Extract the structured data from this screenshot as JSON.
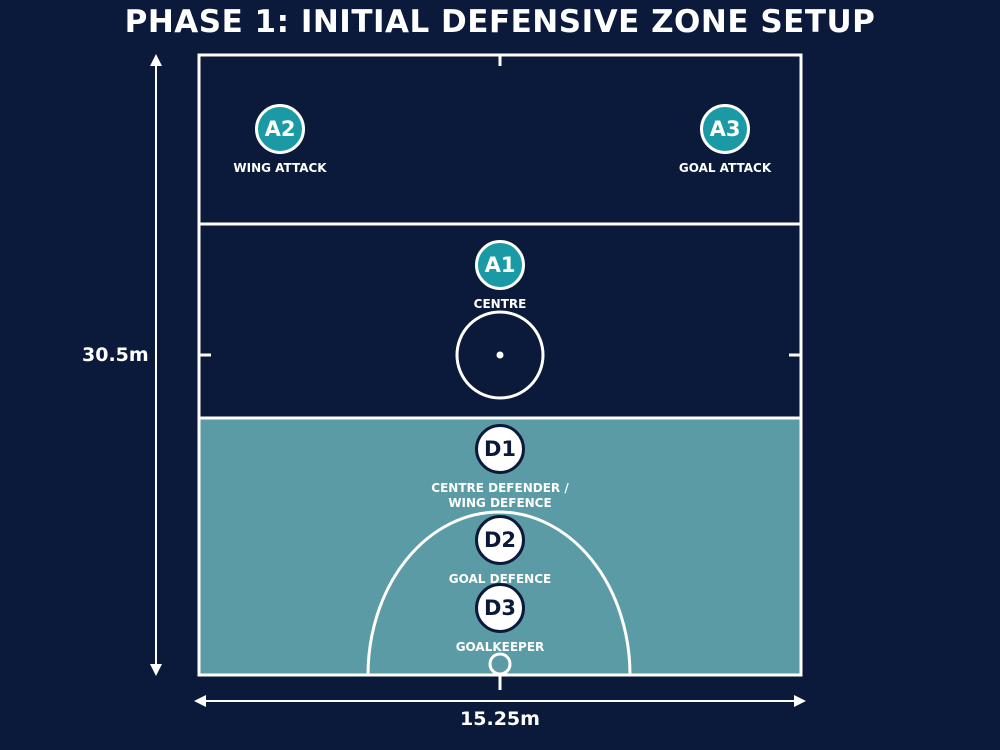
{
  "title": "PHASE 1: INITIAL DEFENSIVE ZONE SETUP",
  "dimensions": {
    "length": "30.5m",
    "width": "15.25m"
  },
  "players": {
    "a2": {
      "code": "A2",
      "role": "WING ATTACK",
      "team": "attack"
    },
    "a3": {
      "code": "A3",
      "role": "GOAL ATTACK",
      "team": "attack"
    },
    "a1": {
      "code": "A1",
      "role": "CENTRE",
      "team": "attack"
    },
    "d1": {
      "code": "D1",
      "role_line1": "CENTRE DEFENDER /",
      "role_line2": "WING DEFENCE",
      "team": "defence"
    },
    "d2": {
      "code": "D2",
      "role": "GOAL DEFENCE",
      "team": "defence"
    },
    "d3": {
      "code": "D3",
      "role": "GOALKEEPER",
      "team": "defence"
    }
  },
  "colors": {
    "background": "#0b1a3a",
    "defensive_zone": "#5a9ba5",
    "attack_token": "#1b9aa5",
    "lines": "#ffffff"
  }
}
